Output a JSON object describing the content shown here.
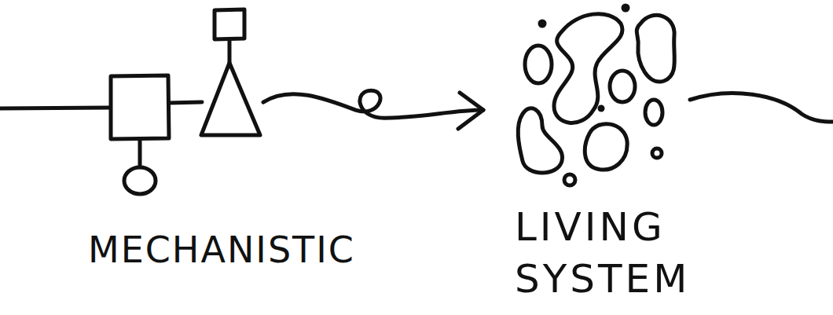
{
  "diagram": {
    "nodes": [
      {
        "text": [
          "MECHANISTIC"
        ]
      },
      {
        "text": [
          "LIVING SYSTEM"
        ]
      }
    ],
    "edges": [
      {
        "from": 0,
        "to": 1,
        "arrow": "to"
      }
    ]
  }
}
